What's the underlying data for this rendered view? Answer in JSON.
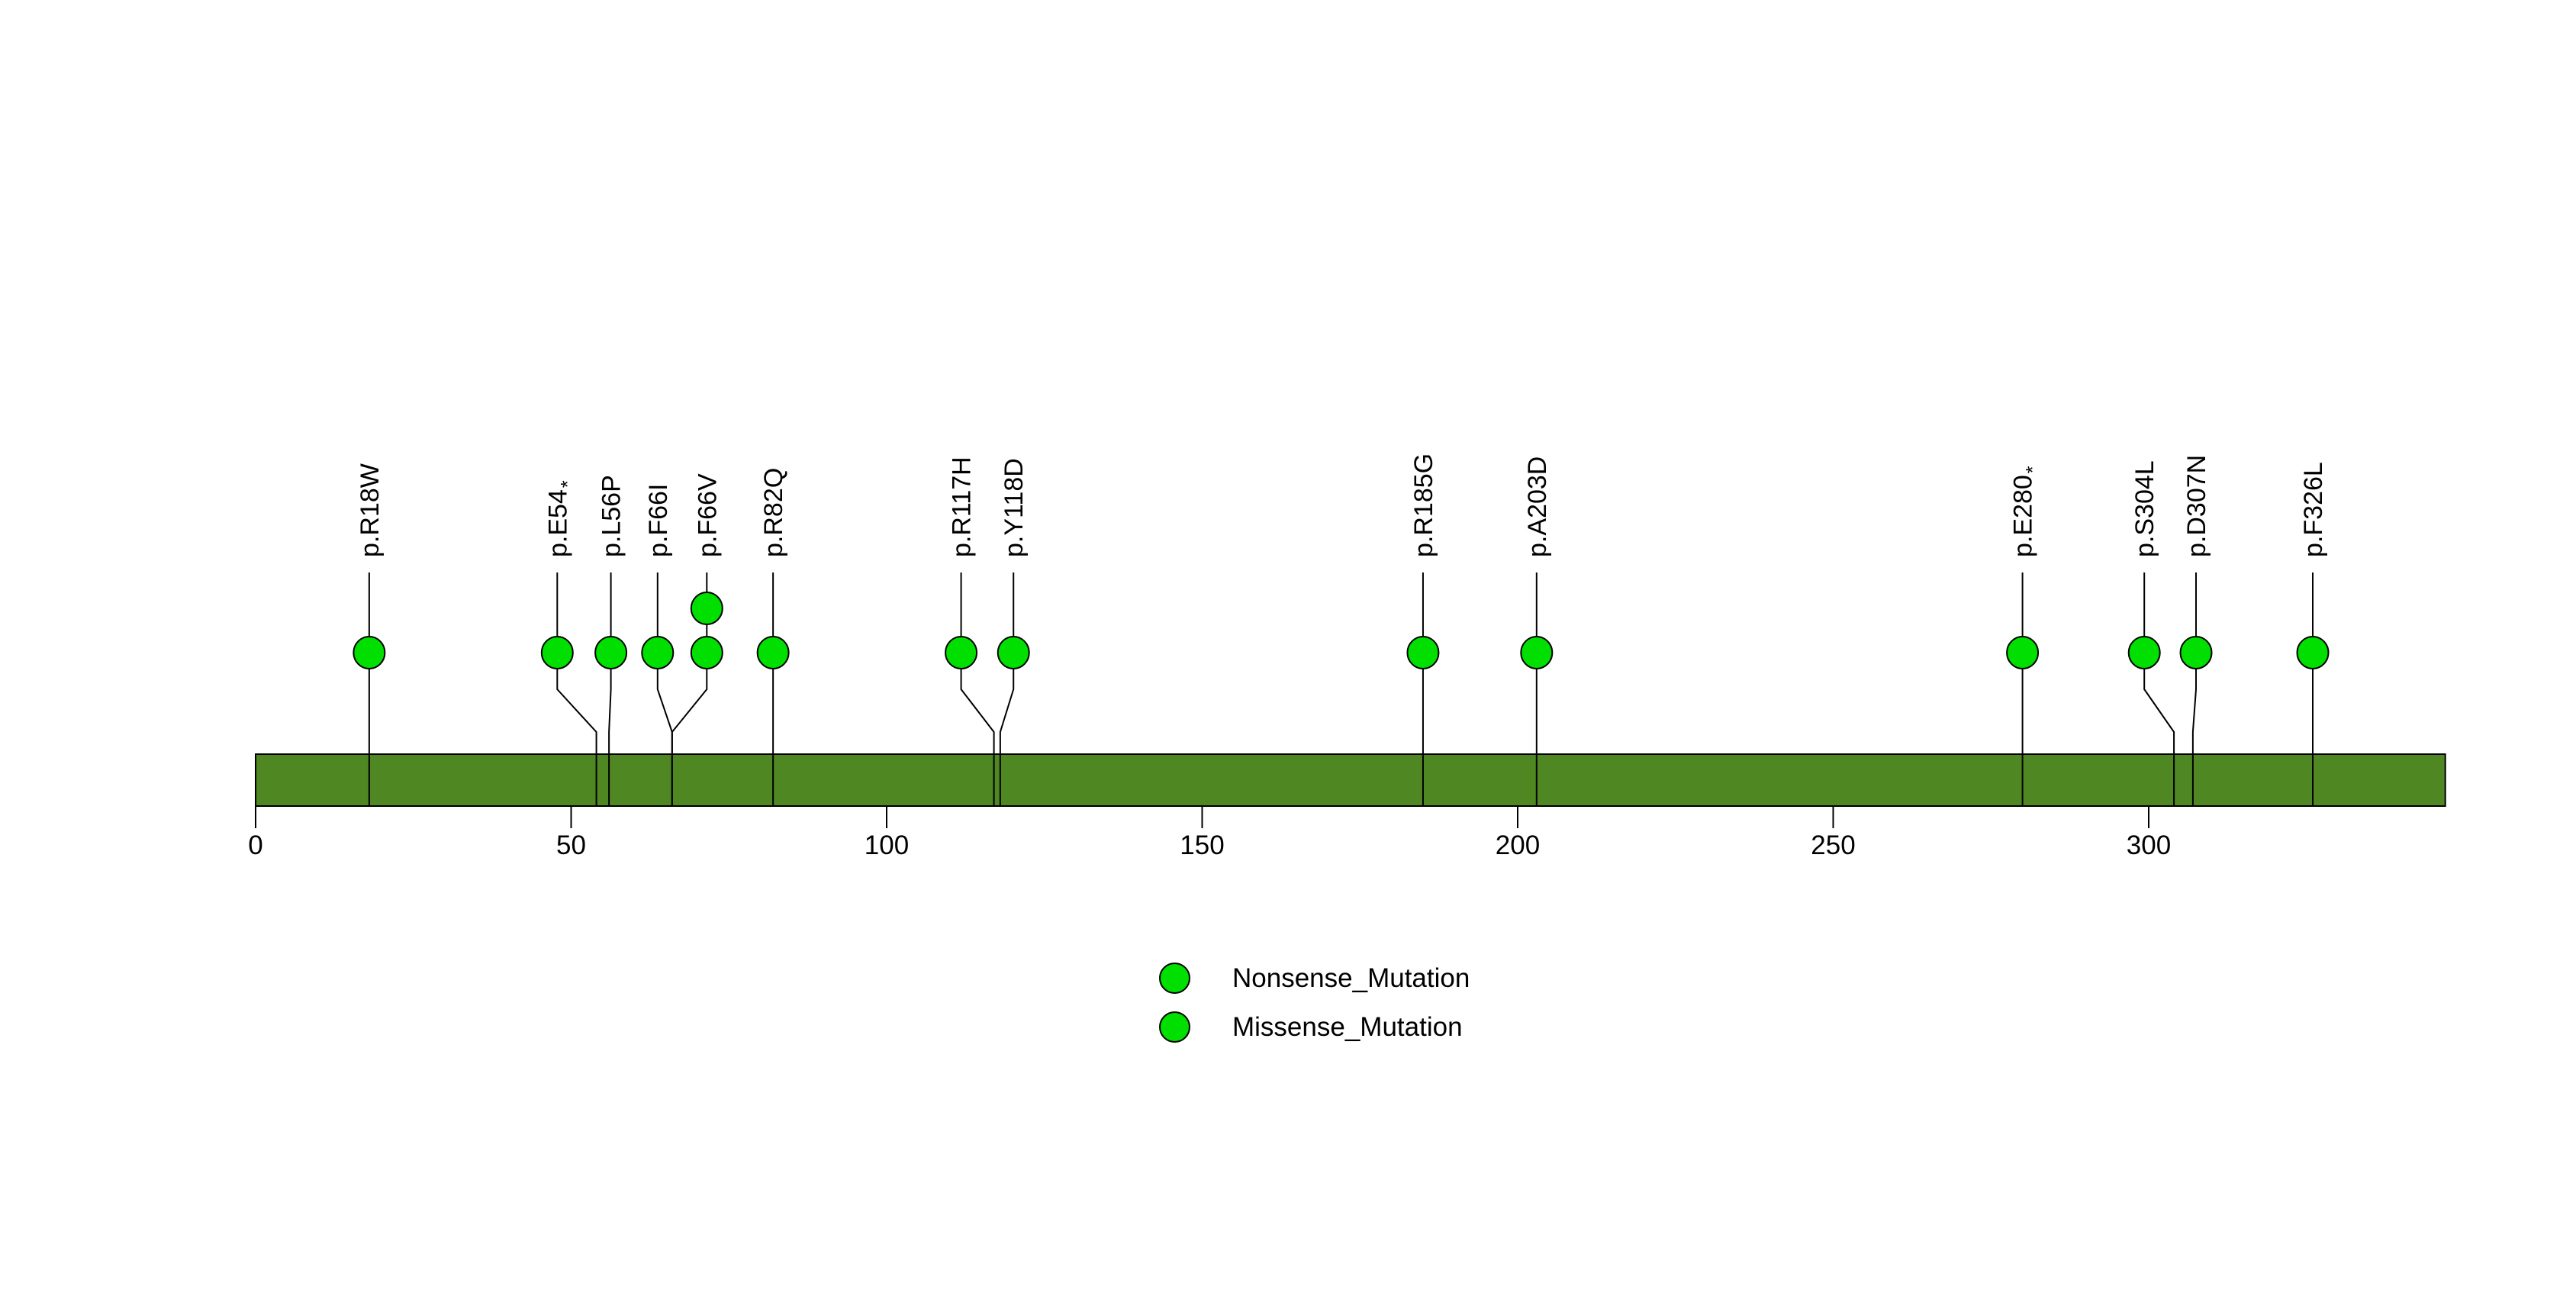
{
  "chart_data": {
    "type": "lollipop",
    "title": "",
    "xlabel": "",
    "ylabel": "",
    "axis": {
      "ticks": [
        0,
        50,
        100,
        150,
        200,
        250,
        300
      ],
      "xmin": 0,
      "xmax": 347,
      "grid": false
    },
    "protein_bar_color": "#4F8722",
    "mutation_color": "#00DF00",
    "stem_color": "#000000",
    "text_color": "#000000",
    "mutations": [
      {
        "label": "p.R18W",
        "pos": 18,
        "label_pos": 18,
        "count": 1
      },
      {
        "label": "p.E54*",
        "pos": 54,
        "label_pos": 47.8,
        "count": 1
      },
      {
        "label": "p.L56P",
        "pos": 56,
        "label_pos": 56.3,
        "count": 1
      },
      {
        "label": "p.F66I",
        "pos": 66,
        "label_pos": 63.7,
        "count": 1
      },
      {
        "label": "p.F66V",
        "pos": 66,
        "label_pos": 71.5,
        "count": 2
      },
      {
        "label": "p.R82Q",
        "pos": 82,
        "label_pos": 82,
        "count": 1
      },
      {
        "label": "p.R117H",
        "pos": 117,
        "label_pos": 111.8,
        "count": 1
      },
      {
        "label": "p.Y118D",
        "pos": 118,
        "label_pos": 120.1,
        "count": 1
      },
      {
        "label": "p.R185G",
        "pos": 185,
        "label_pos": 185,
        "count": 1
      },
      {
        "label": "p.A203D",
        "pos": 203,
        "label_pos": 203,
        "count": 1
      },
      {
        "label": "p.E280*",
        "pos": 280,
        "label_pos": 280,
        "count": 1
      },
      {
        "label": "p.S304L",
        "pos": 304,
        "label_pos": 299.3,
        "count": 1
      },
      {
        "label": "p.D307N",
        "pos": 307,
        "label_pos": 307.5,
        "count": 1
      },
      {
        "label": "p.F326L",
        "pos": 326,
        "label_pos": 326,
        "count": 1
      }
    ],
    "legend": [
      {
        "label": "Nonsense_Mutation",
        "color": "#00DF00"
      },
      {
        "label": "Missense_Mutation",
        "color": "#00DF00"
      }
    ]
  }
}
